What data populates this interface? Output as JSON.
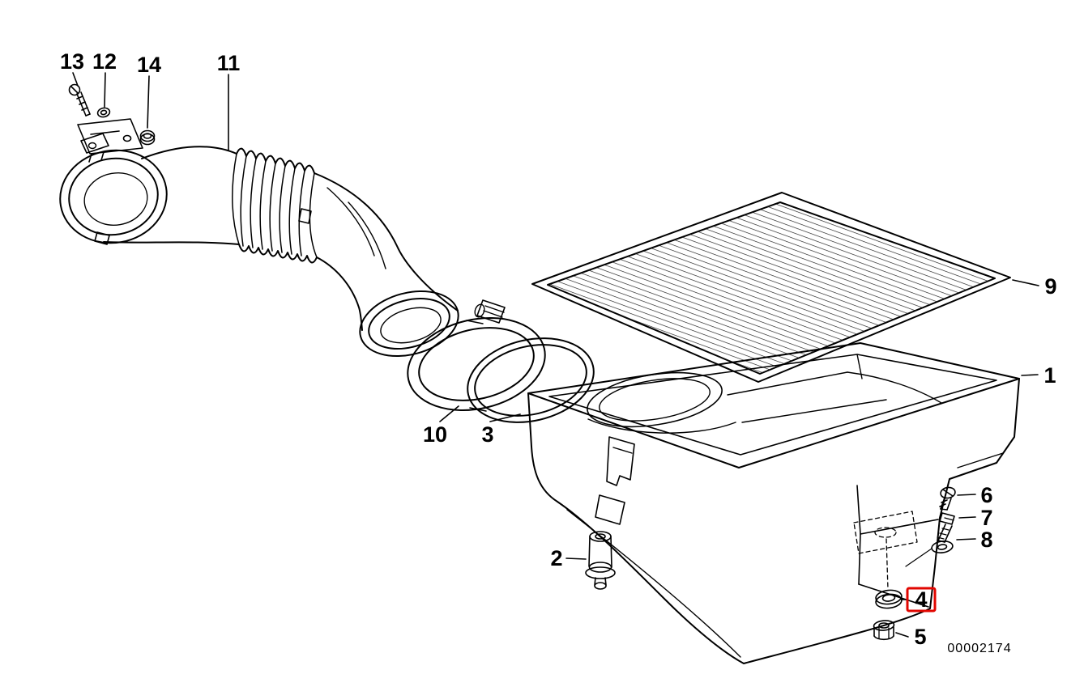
{
  "diagram": {
    "diagram_number": "00002174",
    "background_color": "#ffffff",
    "line_color": "#000000",
    "highlight": {
      "part": "4",
      "color": "#e10600"
    },
    "labels": {
      "p1": "1",
      "p2": "2",
      "p3": "3",
      "p4": "4",
      "p5": "5",
      "p6": "6",
      "p7": "7",
      "p8": "8",
      "p9": "9",
      "p10": "10",
      "p11": "11",
      "p12": "12",
      "p13": "13",
      "p14": "14"
    }
  }
}
